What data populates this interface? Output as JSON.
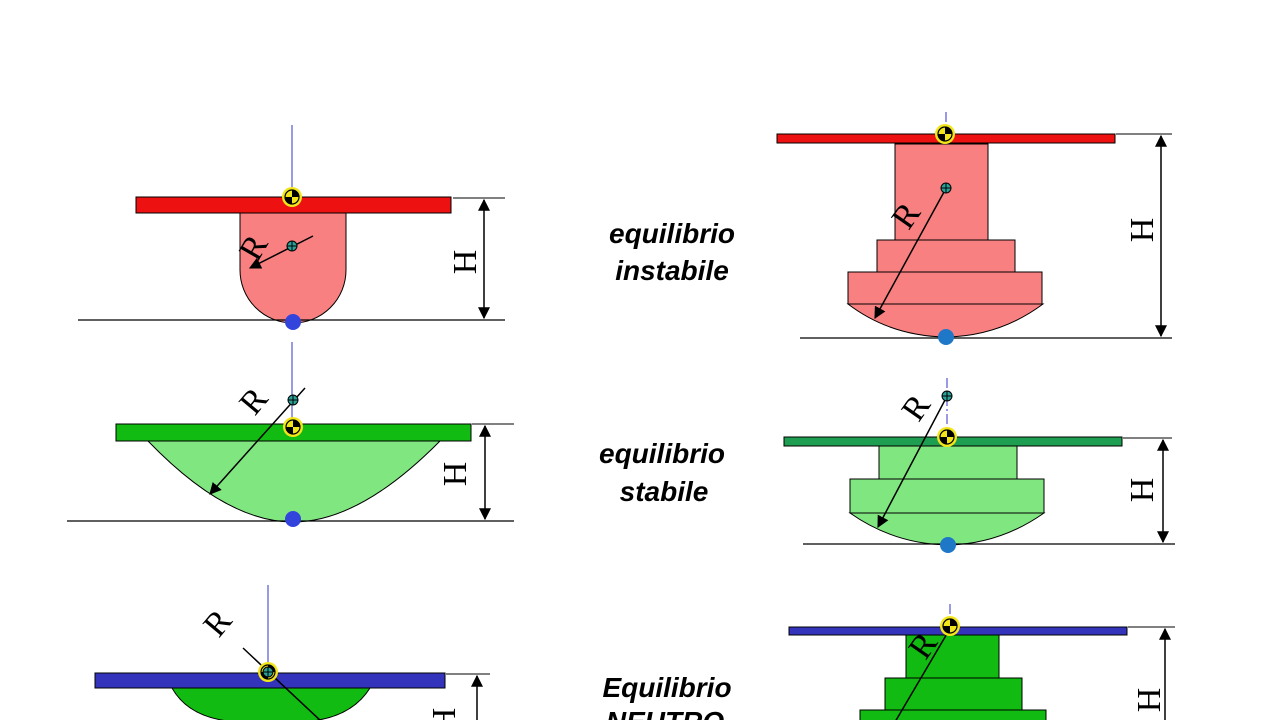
{
  "labels": {
    "unstable": [
      "equilibrio",
      "instabile"
    ],
    "stable": [
      "equilibrio",
      "stabile"
    ],
    "neutral": [
      "Equilibrio",
      "NEUTRO"
    ]
  },
  "symbols": {
    "radius": "R",
    "height": "H"
  },
  "colors": {
    "red_bar": "#ee1111",
    "pink_body": "#f98080",
    "green_bar": "#11bb11",
    "light_green_body": "#80e680",
    "dark_green_bar": "#1e9e50",
    "neutral_body": "#11bb11",
    "blue_bar": "#3333bb",
    "contact_point": "#3344dd",
    "contact_point_right": "#1f77c8",
    "center_of_gravity": "#f2e61a",
    "center_of_curvature": "#2aa198",
    "axis_line": "#3333cc"
  }
}
